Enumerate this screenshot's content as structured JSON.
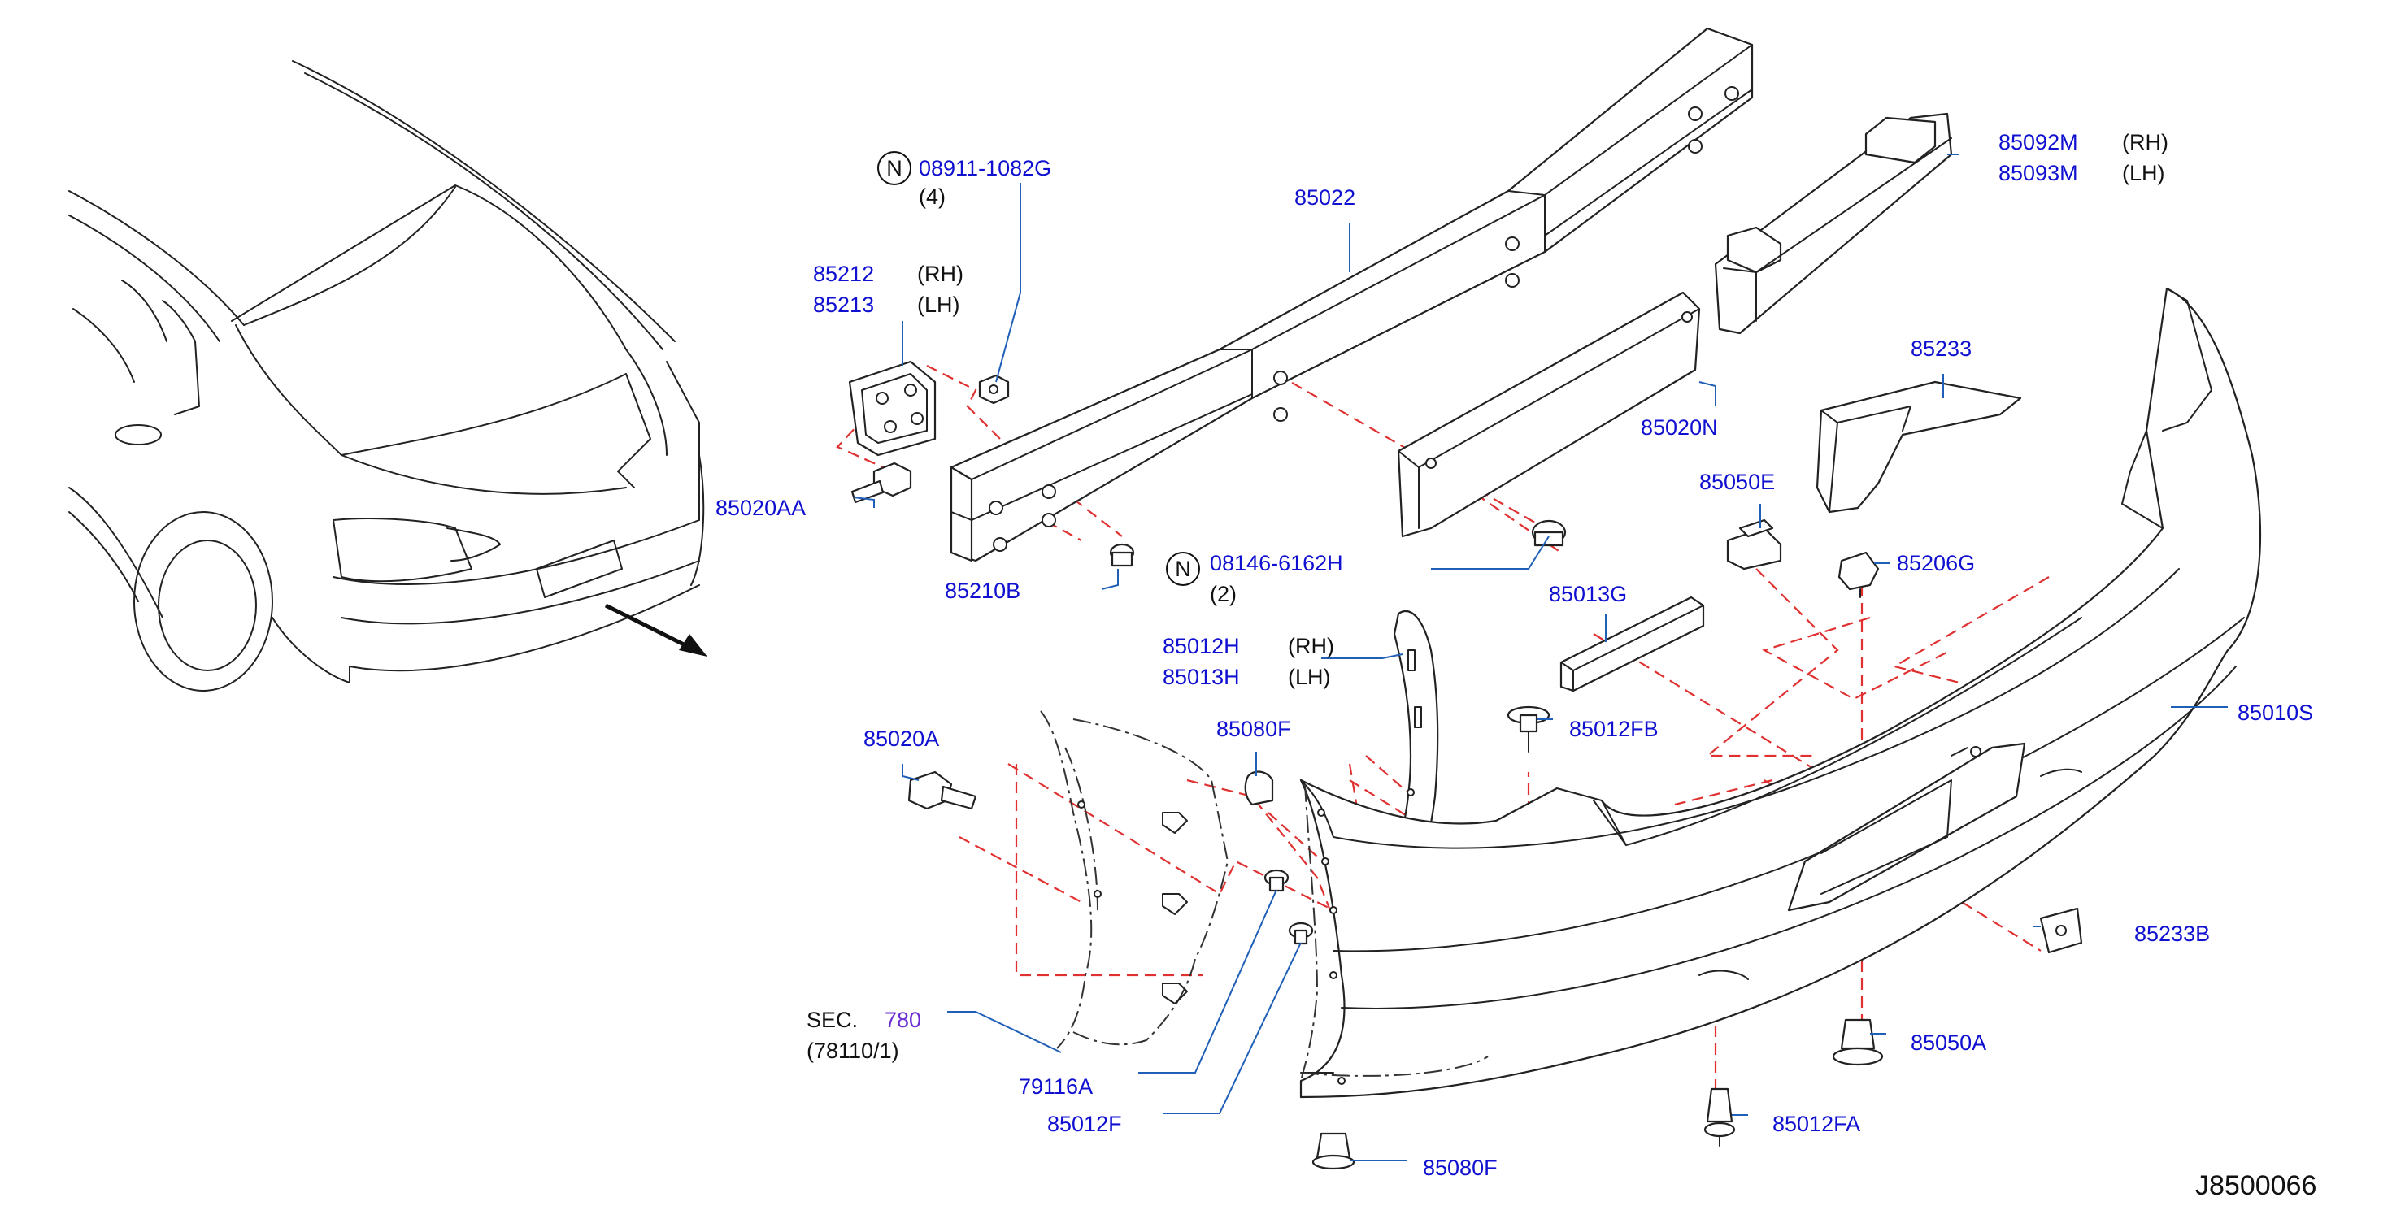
{
  "diagram": {
    "reference_code": "J8500066",
    "labels": {
      "p08911": "08911-1082G",
      "p08911_qty": "(4)",
      "p08146": "08146-6162H",
      "p08146_qty": "(2)",
      "n_symbol": "N",
      "p85212": "85212",
      "p85213": "85213",
      "rh": "(RH)",
      "lh": "(LH)",
      "p85020AA": "85020AA",
      "p85210B": "85210B",
      "p85022": "85022",
      "p85092M": "85092M",
      "p85093M": "85093M",
      "p85020N": "85020N",
      "p85233": "85233",
      "p85050E": "85050E",
      "p85206G": "85206G",
      "p85013G": "85013G",
      "p85012H": "85012H",
      "p85013H": "85013H",
      "p85012FB": "85012FB",
      "p85010S": "85010S",
      "p85020A": "85020A",
      "p85080F_top": "85080F",
      "p85233B": "85233B",
      "sec": "SEC.",
      "sec_num": "780",
      "sec_sub": "(78110/1)",
      "p79116A": "79116A",
      "p85012F": "85012F",
      "p85050A": "85050A",
      "p85012FA": "85012FA",
      "p85080F_bottom": "85080F"
    },
    "colors": {
      "label": "#1010d0",
      "leader": "#1f5fb8",
      "dashed_guide": "#e03030",
      "line_art": "#222222",
      "section_ref": "#6a2bd0"
    }
  }
}
